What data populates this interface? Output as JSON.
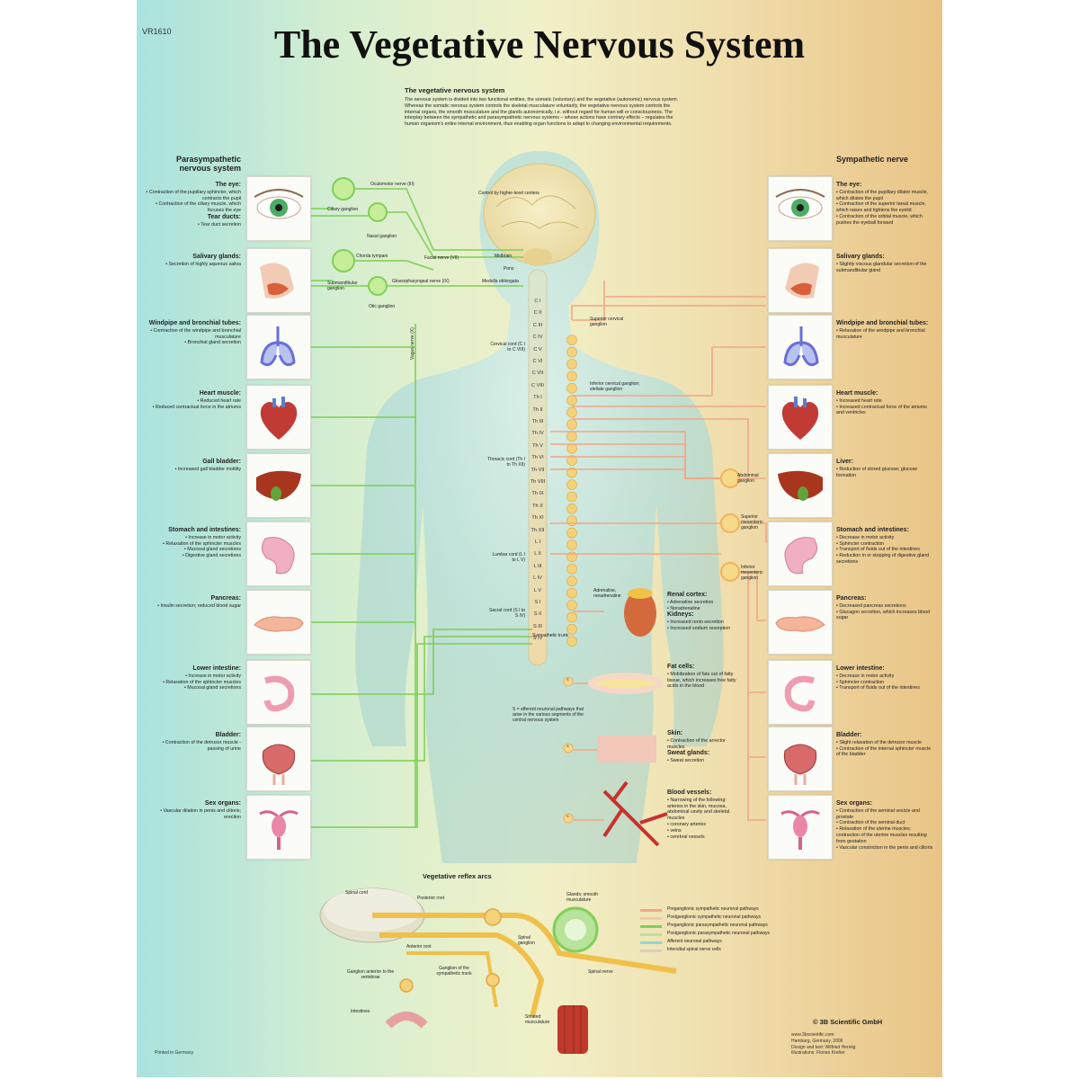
{
  "code": "VR1610",
  "title": "The Vegetative Nervous System",
  "intro": {
    "heading": "The vegetative nervous system",
    "text": "The nervous system is divided into two functional entities, the somatic (voluntary) and the vegetative (autonomic) nervous system. Whereas the somatic nervous system controls the skeletal musculature voluntarily, the vegetative nervous system controls the internal organs, the smooth musculature and the glands autonomically, i.e. without regard for human will or consciousness. The interplay between the sympathetic and parasympathetic nervous systems – whose actions have contrary effects – regulates the human organism's entire internal environment, thus enabling organ functions to adapt to changing environmental requirements."
  },
  "left_title": "Parasympathetic nervous system",
  "right_title": "Sympathetic nerve",
  "left_organs": [
    {
      "heading": "The eye:",
      "items": [
        "Contraction of the pupillary sphincter, which contracts the pupil",
        "Contraction of the ciliary muscle, which focuses the eye"
      ],
      "heading2": "Tear ducts:",
      "items2": [
        "Tear duct secretion"
      ]
    },
    {
      "heading": "Salivary glands:",
      "items": [
        "Secretion of highly aqueous saliva"
      ]
    },
    {
      "heading": "Windpipe and bronchial tubes:",
      "items": [
        "Contraction of the windpipe and bronchial musculature",
        "Bronchial gland secretion"
      ]
    },
    {
      "heading": "Heart muscle:",
      "items": [
        "Reduced heart rate",
        "Reduced contractual force in the atriums"
      ]
    },
    {
      "heading": "Gall bladder:",
      "items": [
        "Increased gall bladder motility"
      ]
    },
    {
      "heading": "Stomach and intestines:",
      "items": [
        "Increase in motor activity",
        "Relaxation of the sphincter muscles",
        "Mucosal gland secretions",
        "Digestive gland secretions"
      ]
    },
    {
      "heading": "Pancreas:",
      "items": [
        "Insulin secretion; reduced blood sugar"
      ]
    },
    {
      "heading": "Lower intestine:",
      "items": [
        "Increase in motor activity",
        "Relaxation of the sphincter muscles",
        "Mucosal gland secretions"
      ]
    },
    {
      "heading": "Bladder:",
      "items": [
        "Contraction of the detrusor muscle - passing of urine"
      ]
    },
    {
      "heading": "Sex organs:",
      "items": [
        "Vascular dilation in penis and clitoris; erection"
      ]
    }
  ],
  "right_organs": [
    {
      "heading": "The eye:",
      "items": [
        "Contraction of the pupillary dilator muscle, which dilates the pupil",
        "Contraction of the superior tarsal muscle, which raises and tightens the eyelid",
        "Contraction of the orbital muscle, which pushes the eyeball forward"
      ]
    },
    {
      "heading": "Salivary glands:",
      "items": [
        "Slightly viscous glandular secretion of the submandibular gland"
      ]
    },
    {
      "heading": "Windpipe and bronchial tubes:",
      "items": [
        "Relaxation of the windpipe and bronchial musculature"
      ]
    },
    {
      "heading": "Heart muscle:",
      "items": [
        "Increased heart rate",
        "Increased contractual force of the atriums and ventricles"
      ]
    },
    {
      "heading": "Liver:",
      "items": [
        "Reduction of stored glucose; glucose formation"
      ]
    },
    {
      "heading": "Stomach and intestines:",
      "items": [
        "Decrease in motor activity",
        "Sphincter contraction",
        "Transport of fluids out of the intestines",
        "Reduction in or stopping of digestive gland secretions"
      ]
    },
    {
      "heading": "Pancreas:",
      "items": [
        "Decreased pancreas secretions",
        "Glucagon secretion, which increases blood sugar"
      ]
    },
    {
      "heading": "Lower intestine:",
      "items": [
        "Decrease in motor activity",
        "Sphincter contraction",
        "Transport of fluids out of the intestines"
      ]
    },
    {
      "heading": "Bladder:",
      "items": [
        "Slight relaxation of the detrusor muscle",
        "Contraction of the internal sphincter muscle of the bladder"
      ]
    },
    {
      "heading": "Sex organs:",
      "items": [
        "Contraction of the seminal vesicle and prostate",
        "Contraction of the seminal duct",
        "Relaxation of the uterine muscles; contraction of the uterine muscles resulting from gestation",
        "Vascular constriction in the penis and clitoris"
      ]
    }
  ],
  "middle_right": [
    {
      "heading": "Renal cortex:",
      "items": [
        "Adrenaline secretion",
        "Noradrenaline"
      ],
      "heading2": "Kidneys:",
      "items2": [
        "Increased renin secretion",
        "Increased sodium resorption"
      ]
    },
    {
      "heading": "Fat cells:",
      "items": [
        "Mobilization of fats out of fatty tissue, which increases free fatty acids in the blood"
      ]
    },
    {
      "heading": "Skin:",
      "items": [
        "Contraction of the arrector muscles"
      ],
      "heading2": "Sweat glands:",
      "items2": [
        "Sweat secretion"
      ]
    },
    {
      "heading": "Blood vessels:",
      "items": [
        "Narrowing of the following: arteries in the skin, mucosa, abdominal cavity and skeletal muscles",
        "coronary arteries",
        "veins",
        "cerebral vessels"
      ]
    }
  ],
  "labels": {
    "oculomotor": "Oculomotor nerve (III)",
    "ciliary": "Ciliary ganglion",
    "higher": "Control by higher-level centers",
    "nasal": "Nasal ganglion",
    "chorda": "Chorda tympani",
    "facial": "Facial nerve (VII)",
    "midbrain": "Midbrain",
    "pons": "Pons",
    "submandibular": "Submandibular ganglion",
    "glosso": "Glossopharyngeal nerve (IX)",
    "medulla": "Medulla oblongata",
    "otic": "Otic ganglion",
    "vagus": "Vagus nerve (X)",
    "superior_cervical": "Superior cervical ganglion",
    "cervical_cord": "Cervical cord (C I to C VIII)",
    "inferior_cervical": "Inferior cervical ganglion; stellate ganglion",
    "thoracic_cord": "Thoracic cord (Th I to Th XII)",
    "abdominal": "Abdominal ganglion",
    "superior_mesenteric": "Superior mesenteric ganglion",
    "lumbar_cord": "Lumbar cord (L I to L V)",
    "inferior_mesenteric": "Inferior mesenteric ganglion",
    "adrenaline": "Adrenaline, noradrenaline",
    "sacral_cord": "Sacral cord (S I to S IV)",
    "sympathetic_trunk": "Sympathetic trunk",
    "afferent": "S = afferent neuronal pathways that arise in the various segments of the central nervous system",
    "s": "S"
  },
  "segments": [
    "C I",
    "C II",
    "C III",
    "C IV",
    "C V",
    "C VI",
    "C VII",
    "C VIII",
    "Th I",
    "Th II",
    "Th III",
    "Th IV",
    "Th V",
    "Th VI",
    "Th VII",
    "Th VIII",
    "Th IX",
    "Th X",
    "Th XI",
    "Th XII",
    "L I",
    "L II",
    "L III",
    "L IV",
    "L V",
    "S I",
    "S II",
    "S III",
    "S IV"
  ],
  "reflex": {
    "title": "Vegetative reflex arcs",
    "spinal_cord": "Spinal cord",
    "posterior_root": "Posterior root",
    "glands": "Glands; smooth musculature",
    "anterior_root": "Anterior root",
    "spinal_ganglion": "Spinal ganglion",
    "ganglion_anterior": "Ganglion anterior to the vertebrae",
    "ganglion_trunk": "Ganglion of the sympathetic trunk",
    "spinal_nerve": "Spinal nerve",
    "intestines": "Intestines",
    "striated": "Striated musculature"
  },
  "legend": [
    {
      "label": "Preganglionic sympathetic neuronal pathways",
      "color": "#f0a888"
    },
    {
      "label": "Postganglionic sympathetic neuronal pathways",
      "color": "#f4c9a0"
    },
    {
      "label": "Preganglionic parasympathetic neuronal pathways",
      "color": "#7fcf5a"
    },
    {
      "label": "Postganglionic parasympathetic neuronal pathways",
      "color": "#b8e39a"
    },
    {
      "label": "Afferent neuronal pathways",
      "color": "#8fd6d2"
    },
    {
      "label": "Intersitial spinal nerve cells",
      "color": "#d9d0ba"
    }
  ],
  "brand": "© 3B Scientific GmbH",
  "credits": [
    "www.3bscientific.com",
    "Hamburg, Germany, 2006",
    "Design and text: Wilfried Hennig",
    "Illustrations: Florian Kreher"
  ],
  "printed": "Printed in Germany",
  "colors": {
    "sympathetic": "#f0a888",
    "parasympathetic": "#7fcf5a",
    "ganglion": "#f4d27a"
  }
}
